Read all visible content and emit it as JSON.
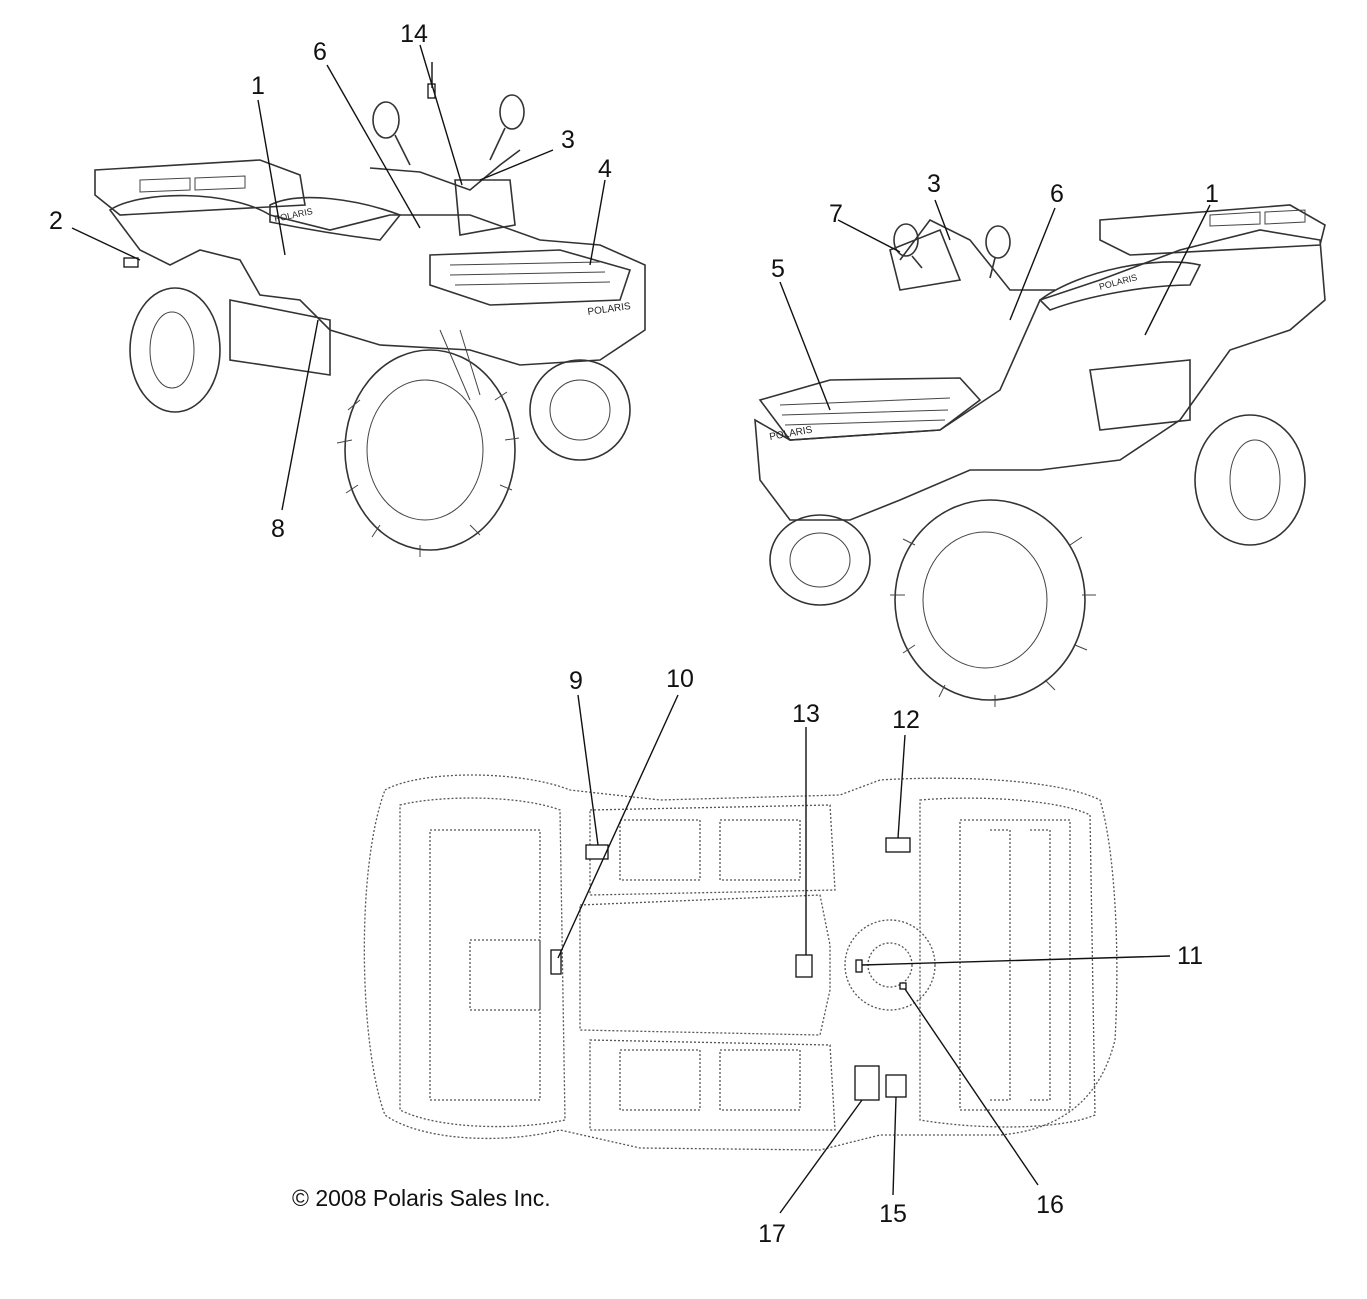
{
  "copyright": "© 2008 Polaris Sales Inc.",
  "brand_mark": "POLARIS",
  "callouts": {
    "front_left_view": [
      "1",
      "2",
      "3",
      "4",
      "6",
      "8",
      "14"
    ],
    "front_right_view": [
      "1",
      "3",
      "5",
      "6",
      "7"
    ],
    "underside_view": [
      "9",
      "10",
      "11",
      "12",
      "13",
      "15",
      "16",
      "17"
    ]
  }
}
